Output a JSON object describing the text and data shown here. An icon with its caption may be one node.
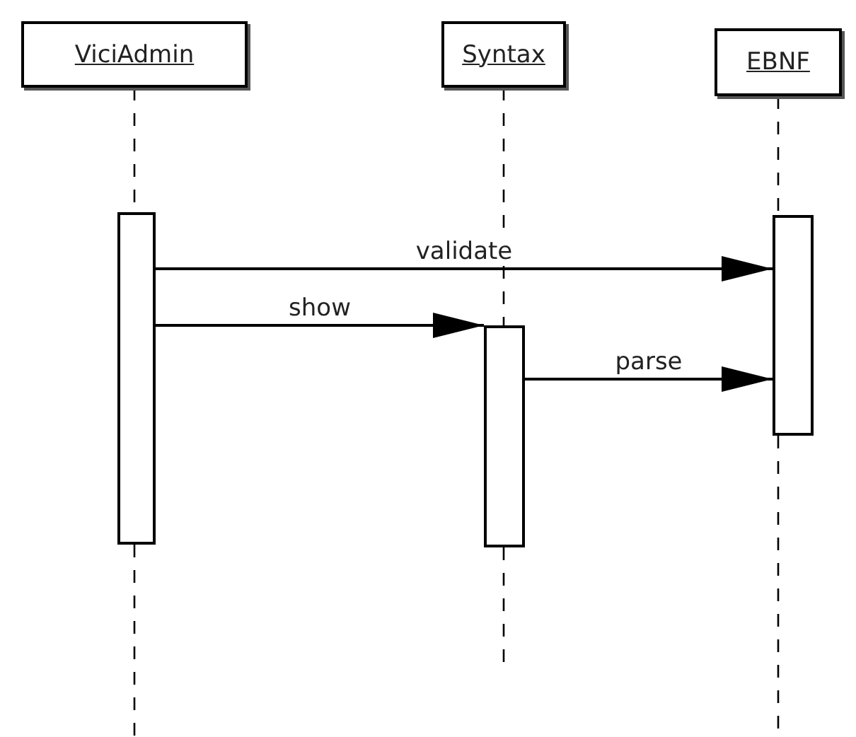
{
  "diagram": {
    "nodes": [
      {
        "text": [
          "ViciAdmin"
        ]
      },
      {
        "text": [
          "Syntax"
        ]
      },
      {
        "text": [
          "EBNF"
        ]
      },
      {
        "text": [],
        "shape": "bar"
      },
      {
        "text": [],
        "shape": "bar"
      },
      {
        "text": [],
        "shape": "bar"
      }
    ],
    "edges": [
      {
        "from": 0,
        "to": 3,
        "arrow": "none",
        "style": "dashed"
      },
      {
        "from": 1,
        "to": 5,
        "arrow": "none",
        "style": "dashed"
      },
      {
        "from": 2,
        "to": 4,
        "arrow": "none",
        "style": "dashed"
      },
      {
        "from": 3,
        "to": 4,
        "arrow": "to",
        "label": "validate"
      },
      {
        "from": 3,
        "to": 5,
        "arrow": "to",
        "label": "show"
      },
      {
        "from": 5,
        "to": 4,
        "arrow": "to",
        "label": "parse"
      }
    ]
  }
}
